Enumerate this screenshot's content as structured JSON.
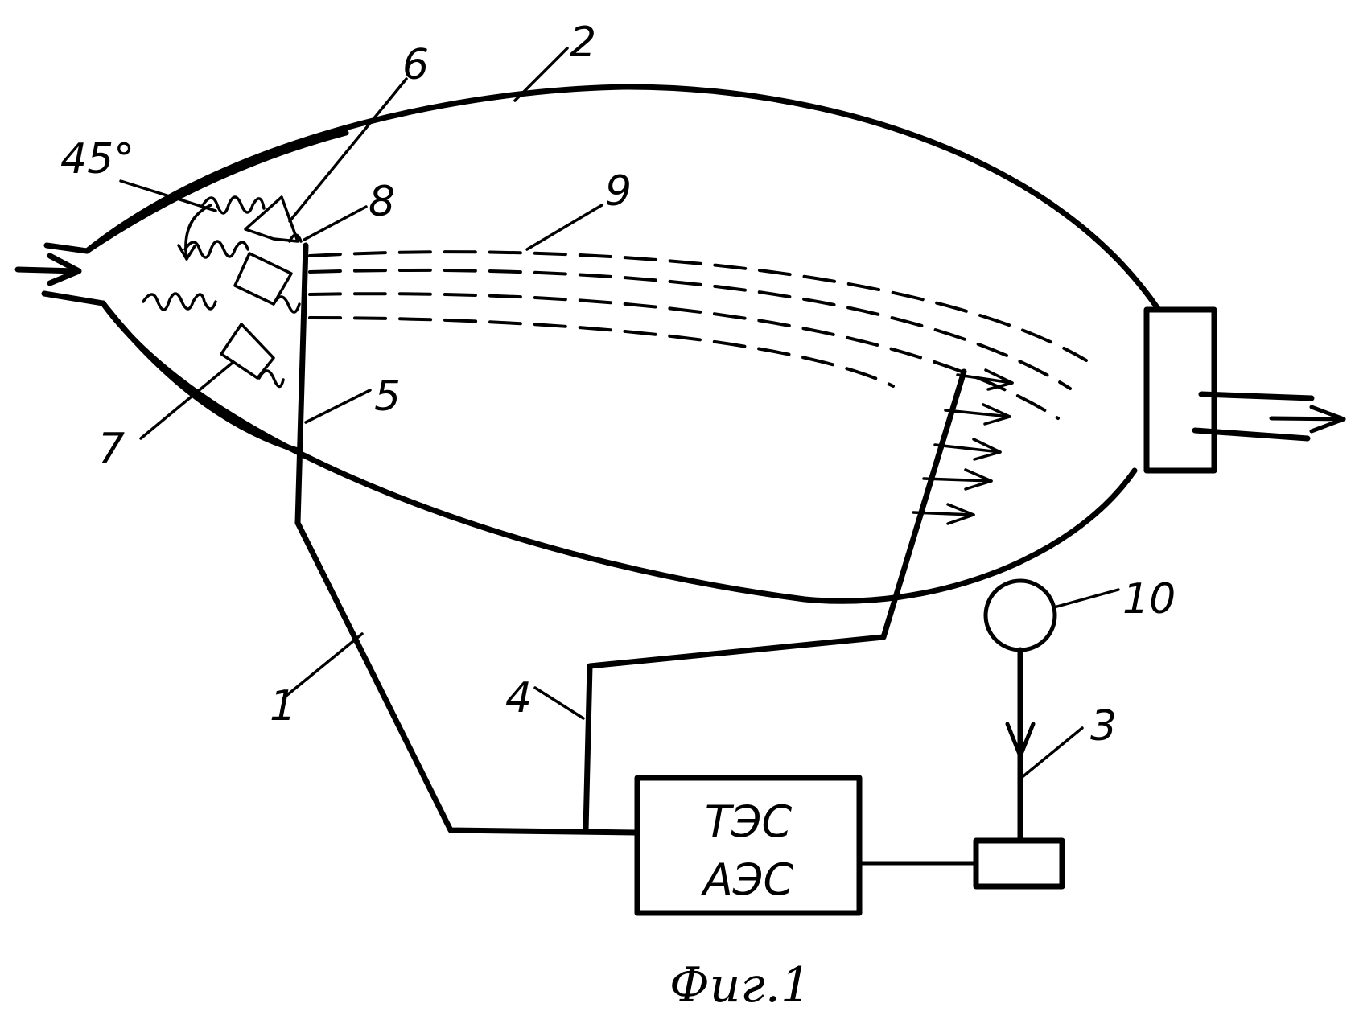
{
  "labels": {
    "l1": "1",
    "l2": "2",
    "l3": "3",
    "l4": "4",
    "l5": "5",
    "l6": "6",
    "l7": "7",
    "l8": "8",
    "l9": "9",
    "l10": "10",
    "angle": "45°"
  },
  "station_box": {
    "line1": "ТЭС",
    "line2": "АЭС"
  },
  "caption": "Фиг.1"
}
